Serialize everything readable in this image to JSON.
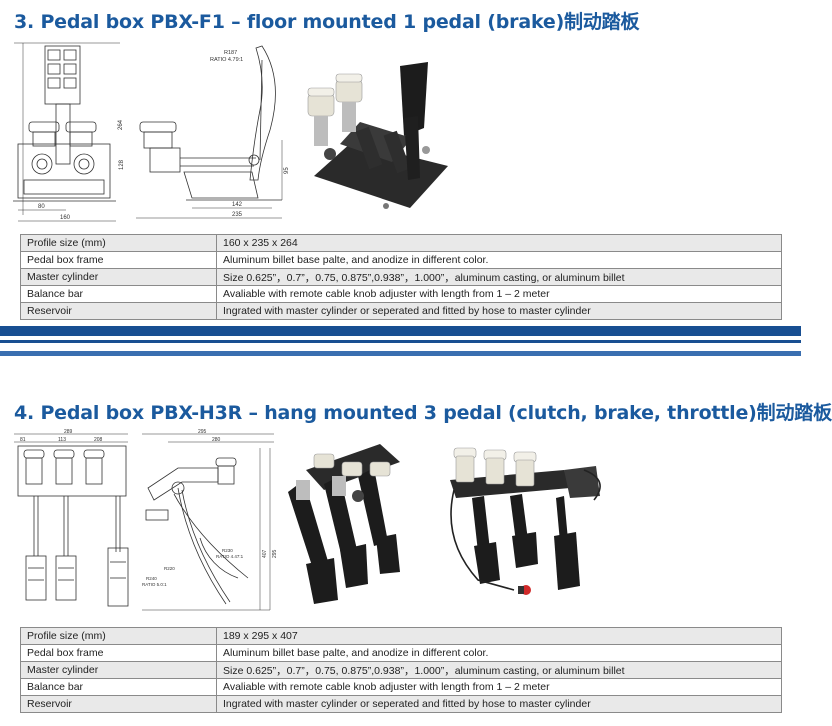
{
  "sections": [
    {
      "title": "3. Pedal box PBX-F1 – floor mounted 1 pedal (brake)制动踏板",
      "drawing": {
        "dims_front": [
          "264",
          "128",
          "80",
          "160"
        ],
        "dims_side": [
          "R187",
          "RATIO 4.79:1",
          "95",
          "142",
          "235"
        ]
      },
      "specs": [
        {
          "label": "Profile size (mm)",
          "value": "160 x 235 x 264"
        },
        {
          "label": "Pedal box frame",
          "value": "Aluminum billet base palte, and anodize in different color."
        },
        {
          "label": "Master cylinder",
          "value": "Size 0.625”，0.7”，0.75, 0.875”,0.938”，1.000”，aluminum casting, or aluminum billet"
        },
        {
          "label": "Balance bar",
          "value": "Avaliable with remote cable knob adjuster with length from 1 – 2 meter"
        },
        {
          "label": "Reservoir",
          "value": "Ingrated with master cylinder or seperated and fitted by hose to master cylinder"
        }
      ]
    },
    {
      "title": "4. Pedal box PBX-H3R – hang mounted 3 pedal (clutch, brake, throttle)制动踏板",
      "drawing": {
        "dims_front": [
          "289",
          "81",
          "113",
          "208"
        ],
        "dims_side": [
          "295",
          "280",
          "R230",
          "RATIO 4.47:1",
          "R240",
          "RATIO 5.0:1",
          "R220",
          "407",
          "295"
        ]
      },
      "specs": [
        {
          "label": "Profile size (mm)",
          "value": "189 x 295 x 407"
        },
        {
          "label": "Pedal box frame",
          "value": "Aluminum billet base palte, and anodize in different color."
        },
        {
          "label": "Master cylinder",
          "value": "Size 0.625”，0.7”，0.75, 0.875”,0.938”，1.000”，aluminum casting, or aluminum billet"
        },
        {
          "label": "Balance bar",
          "value": "Avaliable with remote cable knob adjuster with length from 1 – 2 meter"
        },
        {
          "label": "Reservoir",
          "value": "Ingrated with master cylinder or seperated and fitted by hose to master cylinder"
        }
      ]
    }
  ],
  "colors": {
    "heading": "#1b5a9e",
    "band": "#184f92",
    "row_shade": "#e9e9e9",
    "pedal_black": "#1c1c1c",
    "reservoir": "#e6e3d6"
  }
}
